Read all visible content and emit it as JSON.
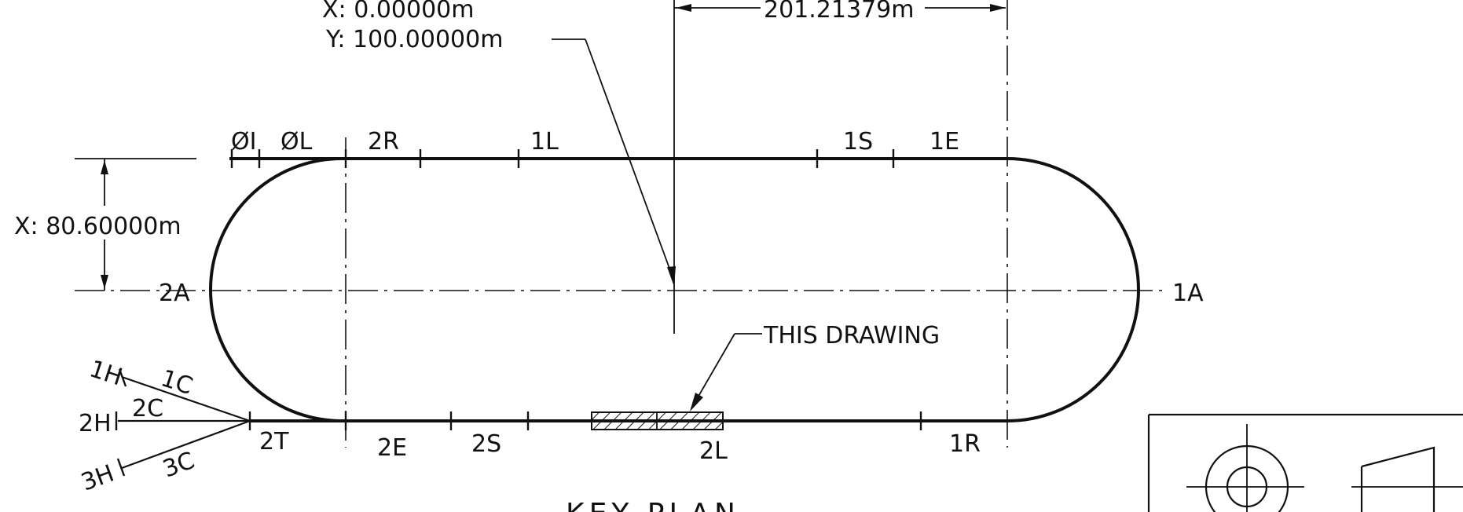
{
  "dimensions": {
    "x_coord": "X:  0.00000m",
    "y_coord": "Y:  100.00000m",
    "width_dim": "201.21379m",
    "height_dim": "X:  80.60000m"
  },
  "labels": {
    "top_01": "ØI",
    "top_0L": "ØL",
    "top_2R": "2R",
    "top_1L": "1L",
    "top_1S": "1S",
    "top_1E": "1E",
    "left_2A": "2A",
    "right_1A": "1A",
    "bot_2E": "2E",
    "bot_2S": "2S",
    "bot_2L": "2L",
    "bot_1R": "1R",
    "this_drawing": "THIS DRAWING",
    "br_1H": "1H",
    "br_1C": "1C",
    "br_2H": "2H",
    "br_2C": "2C",
    "br_2T": "2T",
    "br_3H": "3H",
    "br_3C": "3C"
  },
  "title": "KEY PLAN"
}
